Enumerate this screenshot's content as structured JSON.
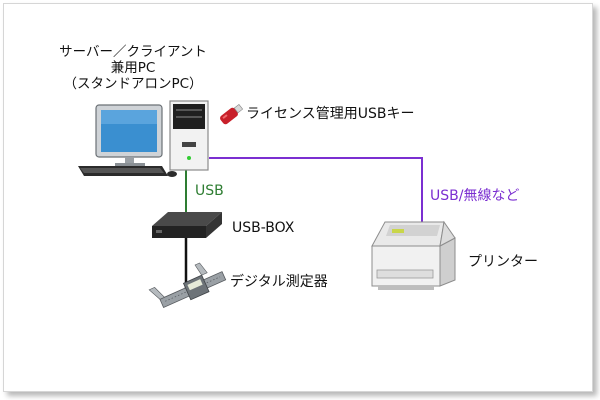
{
  "diagram": {
    "pc_label_lines": [
      "サーバー／クライアント",
      "兼用PC",
      "（スタンドアロンPC）"
    ],
    "usb_key_label": "ライセンス管理用USBキー",
    "usb_link_label": "USB",
    "usb_box_label": "USB-BOX",
    "device_label": "デジタル測定器",
    "printer_link_label": "USB/無線など",
    "printer_label": "プリンター",
    "colors": {
      "usb_link": "#2e7d32",
      "printer_link": "#7b2fd1",
      "device_cable": "#111111",
      "usb_key": "#c8202a"
    }
  }
}
